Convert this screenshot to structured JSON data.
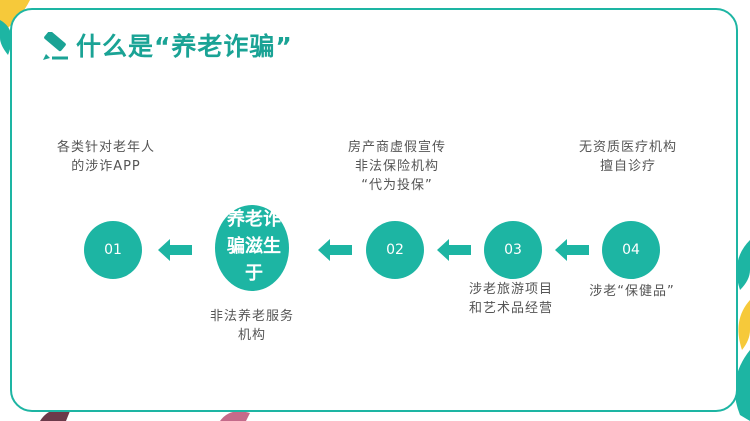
{
  "title": "什么是“养老诈骗”",
  "center": {
    "label": "养老诈骗滋生于"
  },
  "nodes": [
    {
      "number": "01",
      "caption_lines": [
        "各类针对老年人",
        "的涉诈APP"
      ]
    },
    {
      "number": "02",
      "caption_lines": [
        "房产商虚假宣传",
        "非法保险机构",
        "“代为投保”"
      ]
    },
    {
      "number": "03",
      "caption_lines": [
        "涉老旅游项目",
        "和艺术品经营"
      ]
    },
    {
      "number": "04",
      "caption_lines": [
        "无资质医疗机构",
        "擅自诊疗"
      ]
    }
  ],
  "center_caption_lines": [
    "非法养老服务",
    "机构"
  ],
  "node04_bottom_caption": "涉老“保健品”",
  "colors": {
    "accent": "#1db5a3",
    "title": "#1aa395",
    "text": "#555555"
  },
  "icons": {
    "title": "pencil-icon",
    "arrow": "arrow-left-icon"
  }
}
